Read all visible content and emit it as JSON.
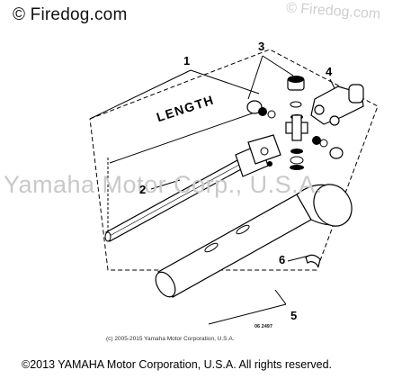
{
  "watermark": {
    "top_left": "© Firedog.com",
    "top_right": "© Firedog.com",
    "center": "Yamaha Motor Corp., U.S.A."
  },
  "callouts": {
    "c1": "1",
    "c2": "2",
    "c3": "3",
    "c4": "4",
    "c5": "5",
    "c6": "6"
  },
  "dimension_label": "LENGTH",
  "ref_code": "06 2497",
  "small_copyright": "(c) 2005-2015 Yamaha Motor Corporation, U.S.A.",
  "footer": "©2013 YAMAHA Motor Corporation, U.S.A. All rights reserved."
}
